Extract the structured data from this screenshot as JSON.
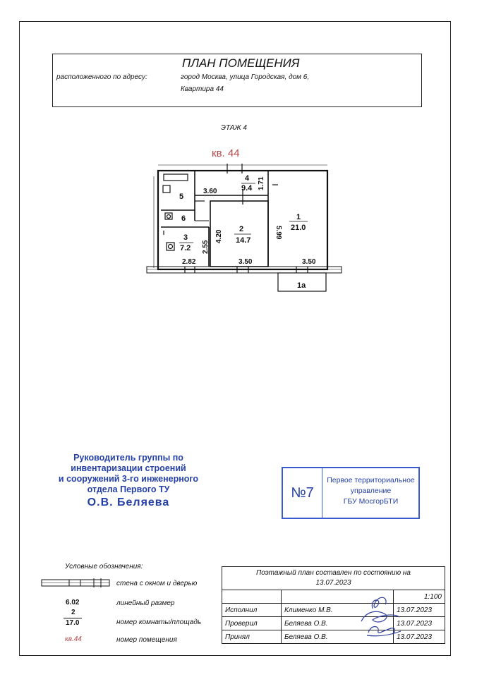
{
  "header": {
    "title": "ПЛАН ПОМЕЩЕНИЯ",
    "address_label": "расположенного по адресу:",
    "address_line1": "город Москва, улица Городская, дом 6,",
    "address_line2": "Квартира 44"
  },
  "floor_label": "ЭТАЖ 4",
  "apartment_label": "кв. 44",
  "plan": {
    "rooms": [
      {
        "number": "1",
        "area": "21.0"
      },
      {
        "number": "2",
        "area": "14.7"
      },
      {
        "number": "3",
        "area": "7.2"
      },
      {
        "number": "4",
        "area": "9.4"
      },
      {
        "number": "5",
        "area": ""
      },
      {
        "number": "6",
        "area": ""
      },
      {
        "number": "1а",
        "area": ""
      }
    ],
    "dimensions": {
      "d360": "3.60",
      "d171": "1.71",
      "d599": "5.99",
      "d420": "4.20",
      "d255": "2.55",
      "d282": "2.82",
      "d350a": "3.50",
      "d350b": "3.50"
    }
  },
  "signatory": {
    "line1": "Руководитель группы по",
    "line2": "инвентаризации строений",
    "line3": "и сооружений 3-го инженерного",
    "line4": "отдела Первого ТУ",
    "name": "О.В. Беляева"
  },
  "stamp": {
    "number": "№7",
    "line1": "Первое территориальное",
    "line2": "управление",
    "line3": "ГБУ МосгорБТИ"
  },
  "legend": {
    "title": "Условные обозначения:",
    "wall": "стена с окном и дверью",
    "dim_value": "6.02",
    "dim_text": "линейный размер",
    "room_num": "2",
    "room_area": "17.0",
    "room_text": "номер комнаты/площадь",
    "apt_value": "кв.44",
    "apt_text": "номер помещения"
  },
  "sign_table": {
    "header": "Поэтажный план составлен по состоянию на",
    "header_date": "13.07.2023",
    "scale": "1:100",
    "rows": [
      {
        "role": "Исполнил",
        "name": "Клименко М.В.",
        "date": "13.07.2023"
      },
      {
        "role": "Проверил",
        "name": "Беляева О.В.",
        "date": "13.07.2023"
      },
      {
        "role": "Принял",
        "name": "Беляева О.В.",
        "date": "13.07.2023"
      }
    ]
  },
  "colors": {
    "apartment_red": "#b5484a",
    "stamp_blue": "#2440a8"
  }
}
